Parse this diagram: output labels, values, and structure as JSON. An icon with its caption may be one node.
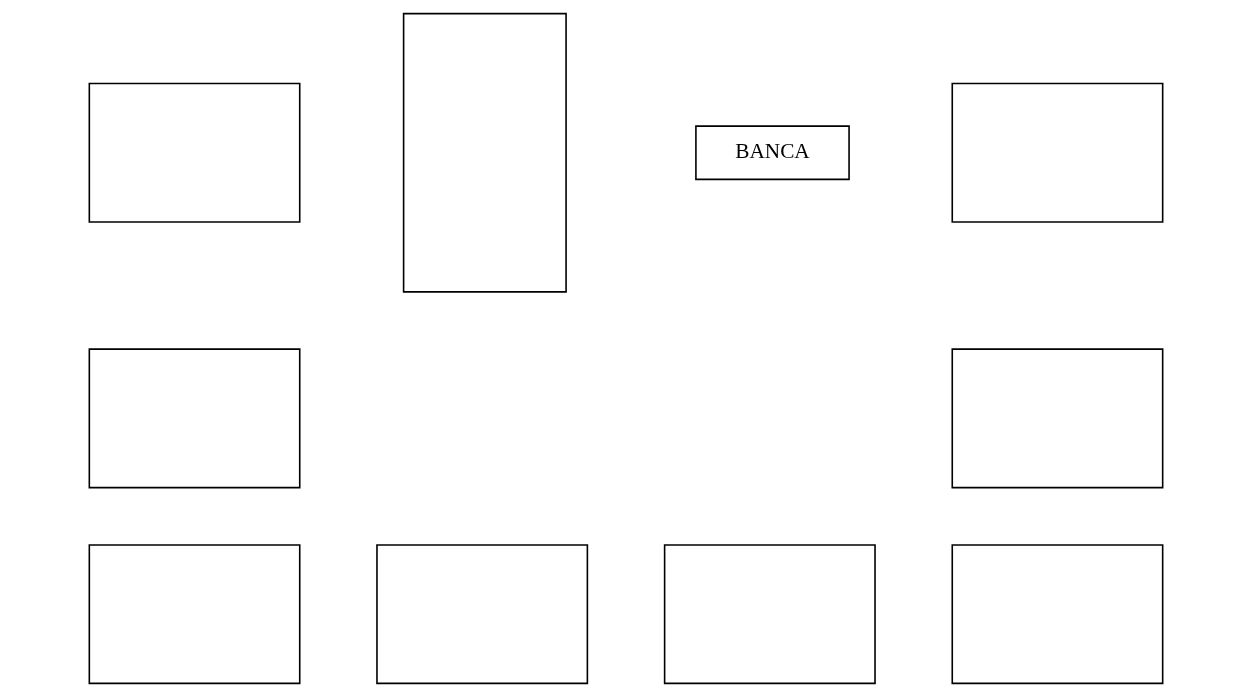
{
  "diagram": {
    "nodes": [
      {
        "text": [],
        "shape": "box"
      },
      {
        "text": [],
        "shape": "box"
      },
      {
        "text": [
          "BANCA"
        ]
      },
      {
        "text": [],
        "shape": "box"
      },
      {
        "text": [],
        "shape": "box"
      },
      {
        "text": [],
        "shape": "box"
      },
      {
        "text": [],
        "shape": "box"
      },
      {
        "text": [],
        "shape": "box"
      },
      {
        "text": [],
        "shape": "box"
      },
      {
        "text": [],
        "shape": "box"
      }
    ]
  }
}
